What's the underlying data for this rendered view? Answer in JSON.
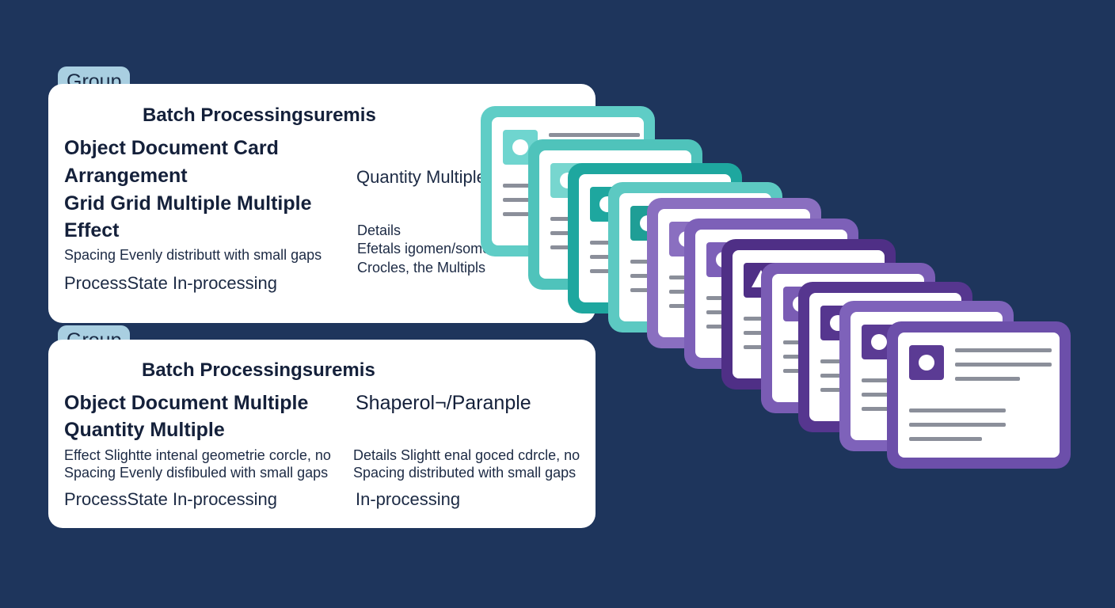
{
  "groups": [
    {
      "tag": "Group",
      "heading": "Batch Processingsuremis",
      "title_line1": "Object Document Card",
      "title_line2": "Arrangement",
      "title_line3": "Grid Grid Multiple Multiple",
      "title_line4": "Effect",
      "spacing": "Spacing Evenly distributt with small gaps",
      "process_state": "ProcessState In-processing",
      "quantity": "Quantity Multiple",
      "details_label": "Details",
      "details_line1": "Efetals igomen/somerle,",
      "details_line2": "Crocles, the Multipls"
    },
    {
      "tag": "Group",
      "heading": "Batch Processingsuremis",
      "title_line1": "Object Document Multiple",
      "title_line2": "Quantity Multiple",
      "effect_line": "Effect Slightte intenal geometrie corcle, no",
      "spacing_line": "Spacing Evenly disfibuled with small gaps",
      "process_state": "ProcessState In-processing",
      "shape": "Shaperol¬/Paranple",
      "details_line1": "Details Slightt enal goced cdrcle, no",
      "details_line2": "Spacing distributed with small gaps",
      "process_state_right": "In-processing"
    }
  ],
  "colors": {
    "background": "#1e355c",
    "tag_bg": "#a9cfe1",
    "teal_light": "#5fcdc6",
    "teal_dark": "#1ea79f",
    "purple_light": "#8a6fc0",
    "purple_dark": "#4f2f86"
  },
  "document_cards": [
    {
      "icon": "clock-icon"
    },
    {
      "icon": "image-icon"
    },
    {
      "icon": "user-icon"
    },
    {
      "icon": "image-icon"
    },
    {
      "icon": "image-icon"
    },
    {
      "icon": "user-icon"
    },
    {
      "icon": "triangle-icon"
    },
    {
      "icon": "heart-icon"
    },
    {
      "icon": "image-icon"
    },
    {
      "icon": "user-icon"
    },
    {
      "icon": "user-icon"
    }
  ]
}
